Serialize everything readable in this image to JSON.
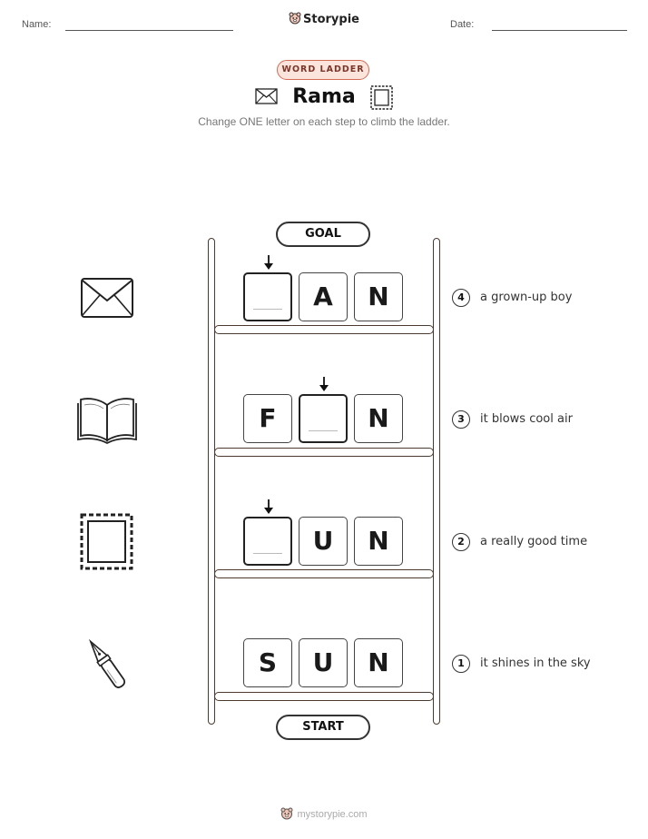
{
  "header": {
    "name_label": "Name:",
    "date_label": "Date:",
    "brand": "Storypie"
  },
  "badge": "WORD LADDER",
  "title": "Rama",
  "subtitle": "Change ONE letter on each step to climb the ladder.",
  "goal_label": "GOAL",
  "start_label": "START",
  "steps": [
    {
      "number": "4",
      "letters": [
        "",
        "A",
        "N"
      ],
      "clue": "a grown-up boy",
      "picture": "envelope-icon"
    },
    {
      "number": "3",
      "letters": [
        "F",
        "",
        "N"
      ],
      "clue": "it blows cool air",
      "picture": "open-book-icon"
    },
    {
      "number": "2",
      "letters": [
        "",
        "U",
        "N"
      ],
      "clue": "a really good time",
      "picture": "postage-stamp-icon"
    },
    {
      "number": "1",
      "letters": [
        "S",
        "U",
        "N"
      ],
      "clue": "it shines in the sky",
      "picture": "fountain-pen-icon"
    }
  ],
  "footer": "mystorypie.com",
  "colors": {
    "badge_border": "#d26c55",
    "badge_fill": "#fbe4dc",
    "ladder": "#4a3a30"
  }
}
